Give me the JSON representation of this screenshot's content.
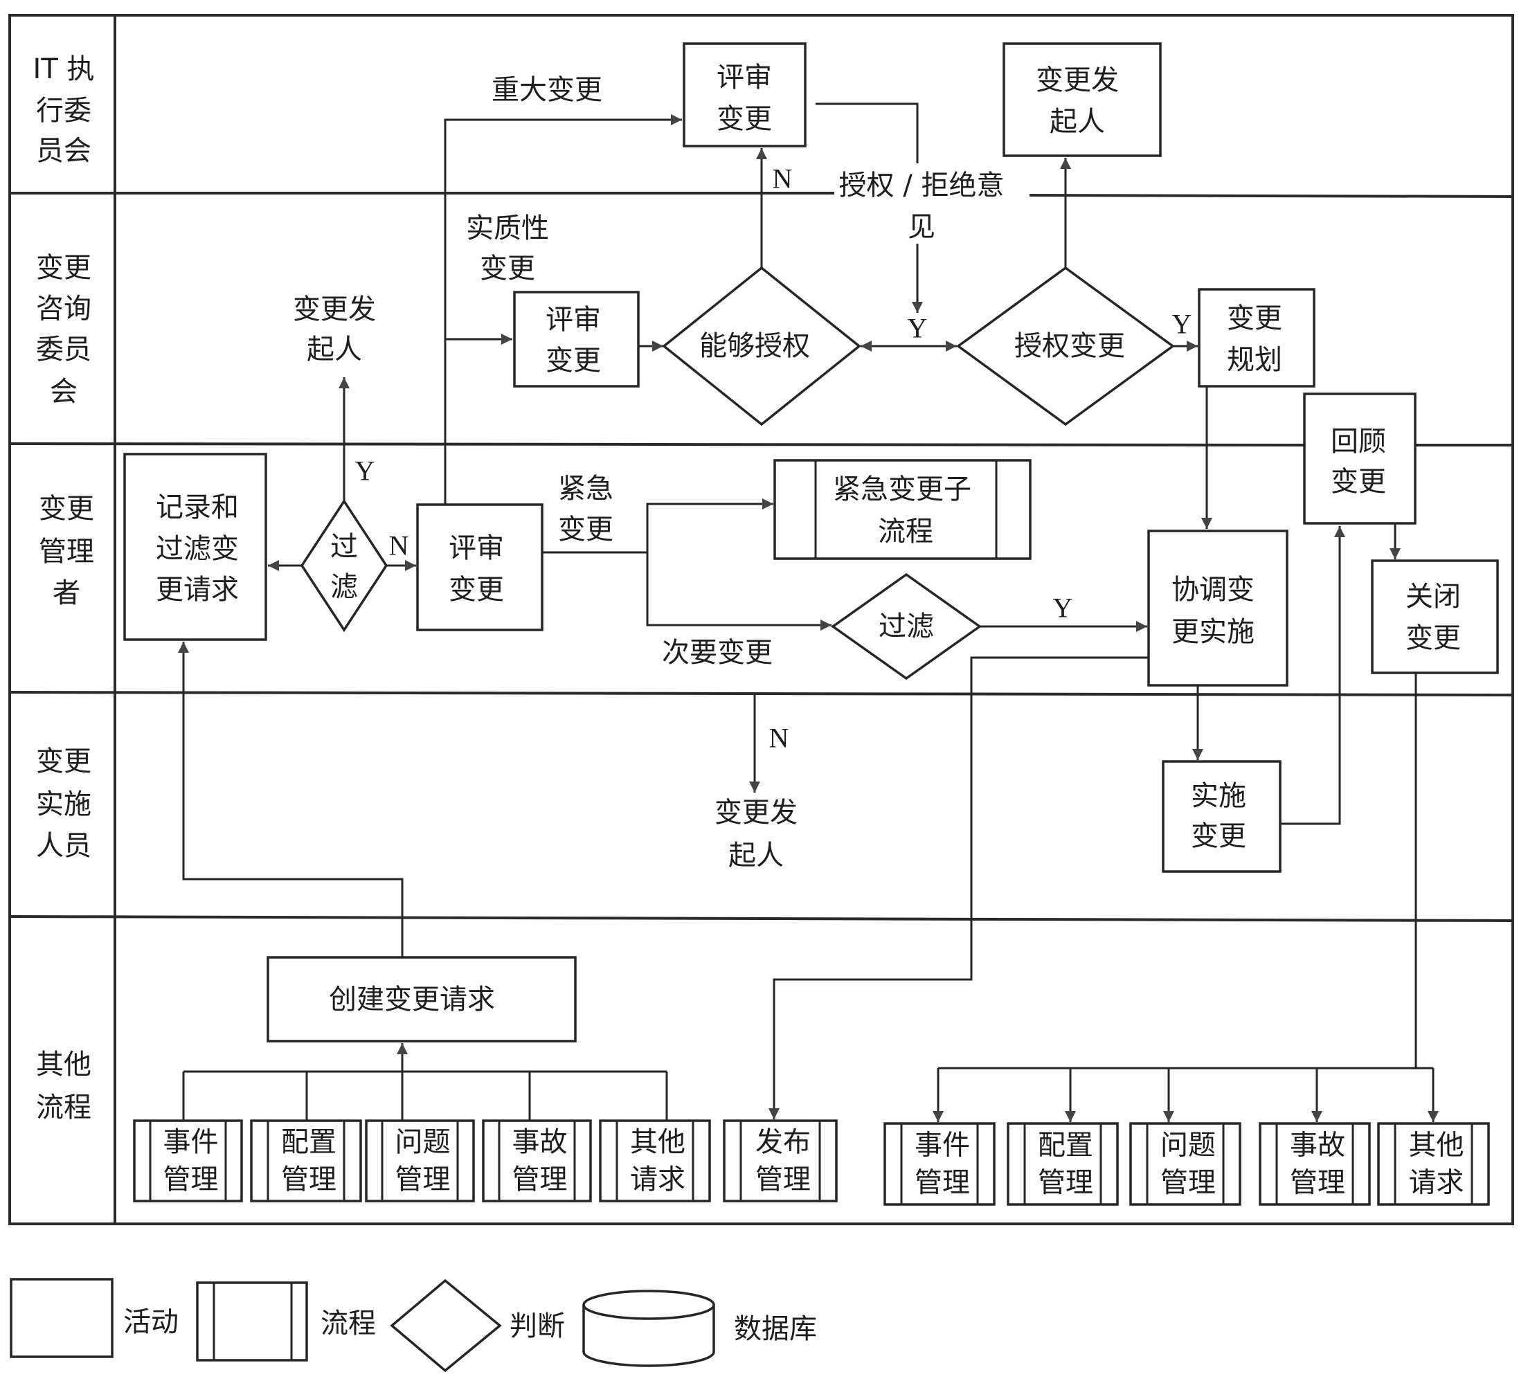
{
  "lanes": [
    {
      "label_lines": [
        "IT 执",
        "行委",
        "员会"
      ]
    },
    {
      "label_lines": [
        "变更",
        "咨询",
        "委员",
        "会"
      ]
    },
    {
      "label_lines": [
        "变更",
        "管理",
        "者"
      ]
    },
    {
      "label_lines": [
        "变更",
        "实施",
        "人员"
      ]
    },
    {
      "label_lines": [
        "其他",
        "流程"
      ]
    }
  ],
  "nodes": {
    "review_exec": {
      "type": "activity",
      "lines": [
        "评审",
        "变更"
      ]
    },
    "originator_exec": {
      "type": "activity",
      "lines": [
        "变更发",
        "起人"
      ]
    },
    "review_cab": {
      "type": "activity",
      "lines": [
        "评审",
        "变更"
      ]
    },
    "can_authorize": {
      "type": "decision",
      "lines": [
        "能够授权"
      ]
    },
    "authorize_change": {
      "type": "decision",
      "lines": [
        "授权变更"
      ]
    },
    "change_planning": {
      "type": "activity",
      "lines": [
        "变更",
        "规划"
      ]
    },
    "review_post": {
      "type": "activity",
      "lines": [
        "回顾",
        "变更"
      ]
    },
    "record_filter": {
      "type": "activity",
      "lines": [
        "记录和",
        "过滤变",
        "更请求"
      ]
    },
    "filter_1": {
      "type": "decision",
      "lines": [
        "过",
        "滤"
      ]
    },
    "review_mgr": {
      "type": "activity",
      "lines": [
        "评审",
        "变更"
      ]
    },
    "emergency_sub": {
      "type": "process",
      "lines": [
        "紧急变更子",
        "流程"
      ]
    },
    "filter_2": {
      "type": "decision",
      "lines": [
        "过滤"
      ]
    },
    "coordinate_impl": {
      "type": "activity",
      "lines": [
        "协调变",
        "更实施"
      ]
    },
    "close_change": {
      "type": "activity",
      "lines": [
        "关闭",
        "变更"
      ]
    },
    "implement_change": {
      "type": "activity",
      "lines": [
        "实施",
        "变更"
      ]
    },
    "create_request": {
      "type": "activity",
      "lines": [
        "创建变更请求"
      ]
    }
  },
  "text_labels": {
    "major_change": "重大变更",
    "substantive_change": [
      "实质性",
      "变更"
    ],
    "originator_cab": [
      "变更发",
      "起人"
    ],
    "auth_reject_opinion": [
      "授权 / 拒绝意",
      "见"
    ],
    "emergency_change": [
      "紧急",
      "变更"
    ],
    "minor_change": "次要变更",
    "originator_impl": [
      "变更发",
      "起人"
    ]
  },
  "edge_labels": {
    "n_to_review_exec": "N",
    "y_auth": "Y",
    "y_to_planning": "Y",
    "y_filter1": "Y",
    "n_filter1": "N",
    "y_filter2": "Y",
    "n_filter2": "N"
  },
  "source_processes": [
    {
      "lines": [
        "事件",
        "管理"
      ]
    },
    {
      "lines": [
        "配置",
        "管理"
      ]
    },
    {
      "lines": [
        "问题",
        "管理"
      ]
    },
    {
      "lines": [
        "事故",
        "管理"
      ]
    },
    {
      "lines": [
        "其他",
        "请求"
      ]
    }
  ],
  "release_process": {
    "lines": [
      "发布",
      "管理"
    ]
  },
  "target_processes": [
    {
      "lines": [
        "事件",
        "管理"
      ]
    },
    {
      "lines": [
        "配置",
        "管理"
      ]
    },
    {
      "lines": [
        "问题",
        "管理"
      ]
    },
    {
      "lines": [
        "事故",
        "管理"
      ]
    },
    {
      "lines": [
        "其他",
        "请求"
      ]
    }
  ],
  "legend": [
    {
      "shape": "activity",
      "label": "活动"
    },
    {
      "shape": "process",
      "label": "流程"
    },
    {
      "shape": "decision",
      "label": "判断"
    },
    {
      "shape": "database",
      "label": "数据库"
    }
  ]
}
